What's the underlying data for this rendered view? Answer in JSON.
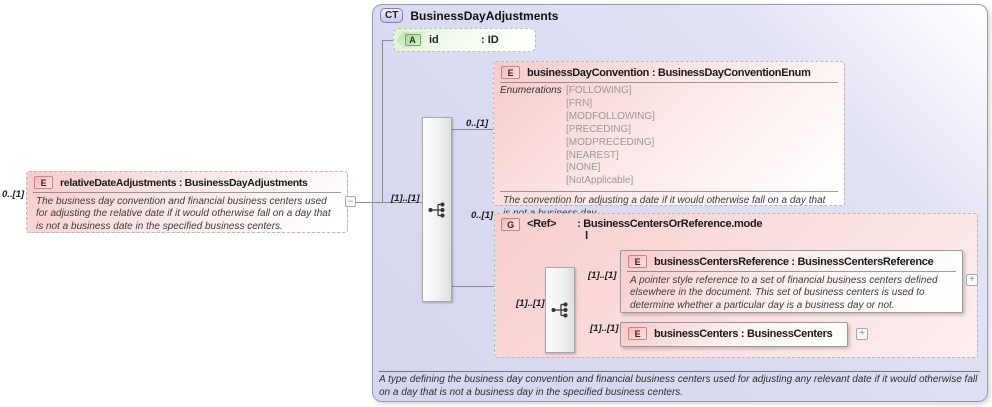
{
  "colors": {
    "container_fill": "#dadaf2",
    "element_pink": "#f7caca",
    "attribute_green": "#ddf3d5",
    "line": "#8a8a8a"
  },
  "source_element": {
    "badge": "E",
    "cardinality": "0..[1]",
    "title": "relativeDateAdjustments : BusinessDayAdjustments",
    "annotation": "The business day convention and financial business centers used for adjusting the relative date if it would otherwise fall on a day that is not a business date in the specified business centers.",
    "collapse_button": "−"
  },
  "complex_type": {
    "badge": "CT",
    "title": "BusinessDayAdjustments",
    "attribute": {
      "badge": "A",
      "name": "id",
      "type": ": ID"
    },
    "content_cardinality": "[1]..[1]",
    "annotation": "A type defining the business day convention and financial business centers used for adjusting any relevant date if it would otherwise fall on a day that is not a business day in the specified business centers."
  },
  "business_day_convention": {
    "badge": "E",
    "cardinality": "0..[1]",
    "title": "businessDayConvention : BusinessDayConventionEnum",
    "enumerations_label": "Enumerations",
    "enumerations": [
      "[FOLLOWING]",
      "[FRN]",
      "[MODFOLLOWING]",
      "[PRECEDING]",
      "[MODPRECEDING]",
      "[NEAREST]",
      "[NONE]",
      "[NotApplicable]"
    ],
    "annotation": "The convention for adjusting a date if it would otherwise fall on a day that is not a business day."
  },
  "reference_group": {
    "badge": "G",
    "cardinality": "0..[1]",
    "name": "<Ref>",
    "type_line1": ": BusinessCentersOrReference.mode",
    "type_line2": "l",
    "content_cardinality": "[1]..[1]"
  },
  "business_centers_reference": {
    "badge": "E",
    "cardinality": "[1]..[1]",
    "title": "businessCentersReference : BusinessCentersReference",
    "annotation": "A pointer style reference to a set of financial business centers defined elsewhere in the document. This set of business centers is used to determine whether a particular day is a business day or not.",
    "expand_button": "+"
  },
  "business_centers": {
    "badge": "E",
    "cardinality": "[1]..[1]",
    "title": "businessCenters : BusinessCenters",
    "expand_button": "+"
  }
}
